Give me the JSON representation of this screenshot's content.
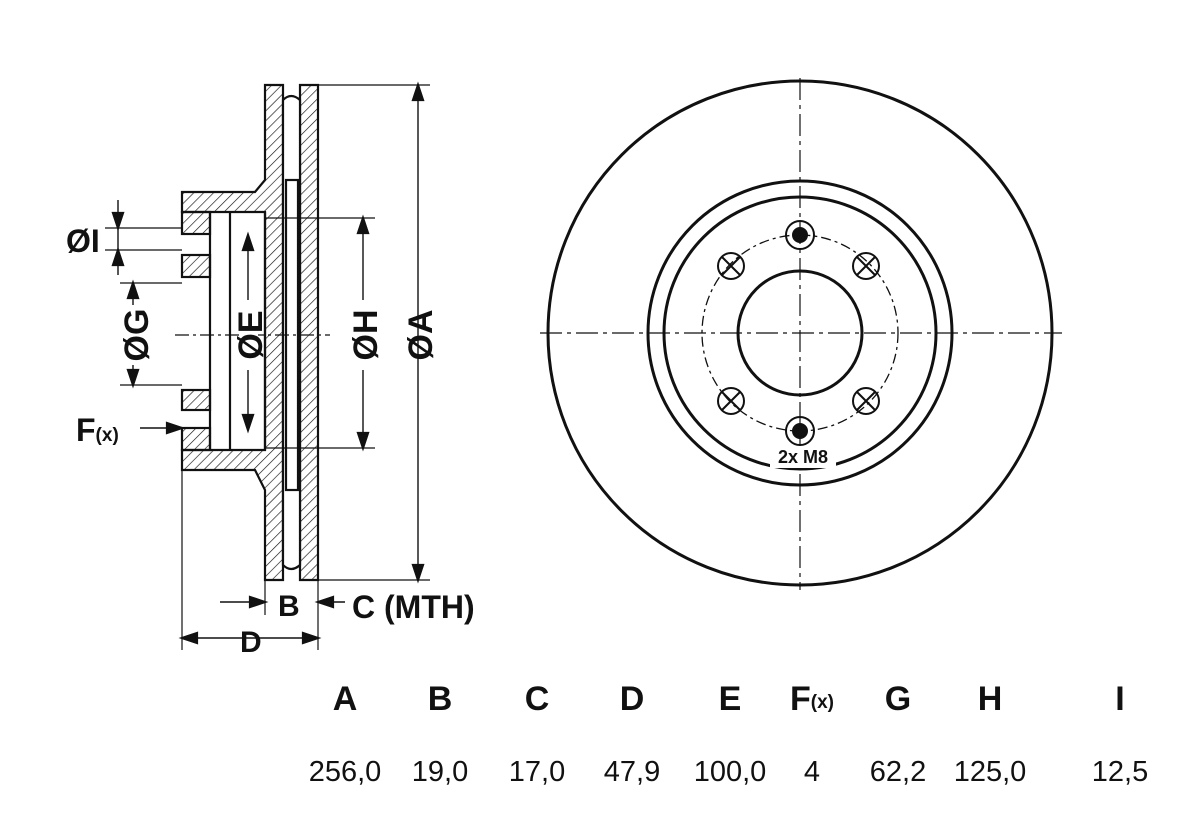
{
  "side_view": {
    "labels": {
      "A": "ØA",
      "H": "ØH",
      "E": "ØE",
      "G": "ØG",
      "I": "ØI",
      "F_main": "F",
      "F_sub": "(x)",
      "B": "B",
      "C": "C (MTH)",
      "D": "D"
    }
  },
  "front_view": {
    "thread_note": "2x M8"
  },
  "spec_table": {
    "columns": [
      {
        "key": "A",
        "header": "A",
        "sub": "",
        "value": "256,0"
      },
      {
        "key": "B",
        "header": "B",
        "sub": "",
        "value": "19,0"
      },
      {
        "key": "C",
        "header": "C",
        "sub": "",
        "value": "17,0"
      },
      {
        "key": "D",
        "header": "D",
        "sub": "",
        "value": "47,9"
      },
      {
        "key": "E",
        "header": "E",
        "sub": "",
        "value": "100,0"
      },
      {
        "key": "F",
        "header": "F",
        "sub": "(x)",
        "value": "4"
      },
      {
        "key": "G",
        "header": "G",
        "sub": "",
        "value": "62,2"
      },
      {
        "key": "H",
        "header": "H",
        "sub": "",
        "value": "125,0"
      },
      {
        "key": "I",
        "header": "I",
        "sub": "",
        "value": "12,5"
      }
    ]
  }
}
